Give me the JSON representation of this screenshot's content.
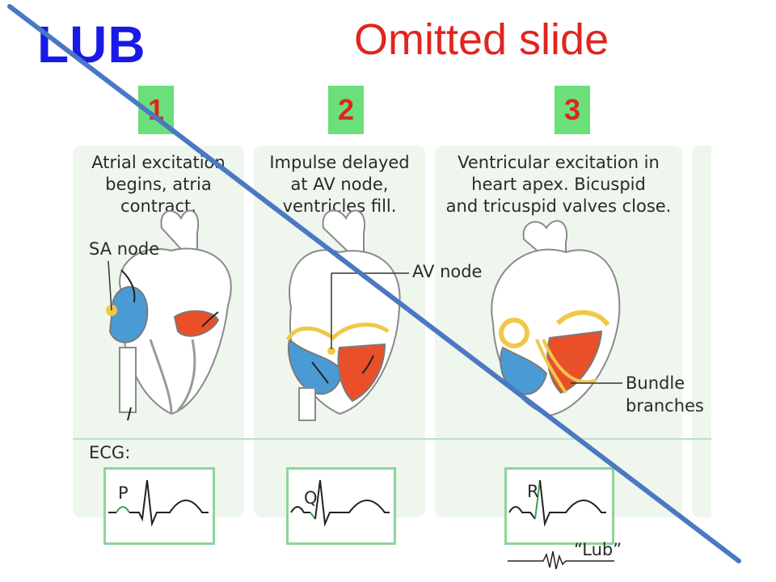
{
  "slide": {
    "title": "LUB",
    "subtitle": "Omitted slide"
  },
  "badges": [
    "1",
    "2",
    "3"
  ],
  "panels": [
    {
      "caption_lines": [
        "Atrial excitation",
        "begins, atria",
        "contract."
      ]
    },
    {
      "caption_lines": [
        "Impulse delayed",
        "at AV node,",
        "ventricles fill."
      ]
    },
    {
      "caption_lines": [
        "Ventricular excitation in",
        "heart apex. Bicuspid",
        "and tricuspid valves close."
      ]
    }
  ],
  "labels": {
    "sa_node": "SA node",
    "av_node": "AV node",
    "bundle_line1": "Bundle",
    "bundle_line2": "branches",
    "ecg": "ECG:",
    "ecg_p": "P",
    "ecg_q": "Q",
    "ecg_r": "R",
    "lub_sound": "“Lub”"
  },
  "colors": {
    "title_blue": "#1a1ae6",
    "title_red": "#e0251f",
    "badge_green": "#6be07a",
    "panel_bg": "#eef6ee",
    "atria_blue": "#4a9ad4",
    "blood_red": "#e9502a",
    "conduction_yellow": "#f0c848",
    "strike_line": "#4a78c2"
  }
}
